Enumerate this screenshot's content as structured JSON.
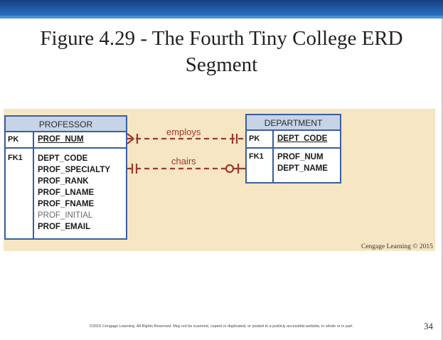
{
  "slide": {
    "title_line1": "Figure 4.29 - The Fourth Tiny College ERD",
    "title_line2": "Segment",
    "credit": "Cengage Learning © 2015",
    "footer": "©2015 Cengage Learning. All Rights Reserved. May not be scanned, copied or duplicated, or posted to a publicly accessible website, in whole or in part.",
    "page_number": "34"
  },
  "diagram": {
    "professor": {
      "name": "PROFESSOR",
      "pk_key": "PK",
      "pk_attr": "PROF_NUM",
      "fk_key": "FK1",
      "attributes": [
        "DEPT_CODE",
        "PROF_SPECIALTY",
        "PROF_RANK",
        "PROF_LNAME",
        "PROF_FNAME",
        "PROF_INITIAL",
        "PROF_EMAIL"
      ]
    },
    "department": {
      "name": "DEPARTMENT",
      "pk_key": "PK",
      "pk_attr": "DEPT_CODE",
      "fk_key": "FK1",
      "attributes": [
        "PROF_NUM",
        "DEPT_NAME"
      ]
    },
    "relationships": {
      "employs": "employs",
      "chairs": "chairs"
    },
    "colors": {
      "background": "#f6e6c3",
      "entity_border": "#3a5ea3",
      "entity_header": "#c7d3e6",
      "relationship": "#9a3a2c",
      "banner": "#1f5ca8"
    }
  }
}
